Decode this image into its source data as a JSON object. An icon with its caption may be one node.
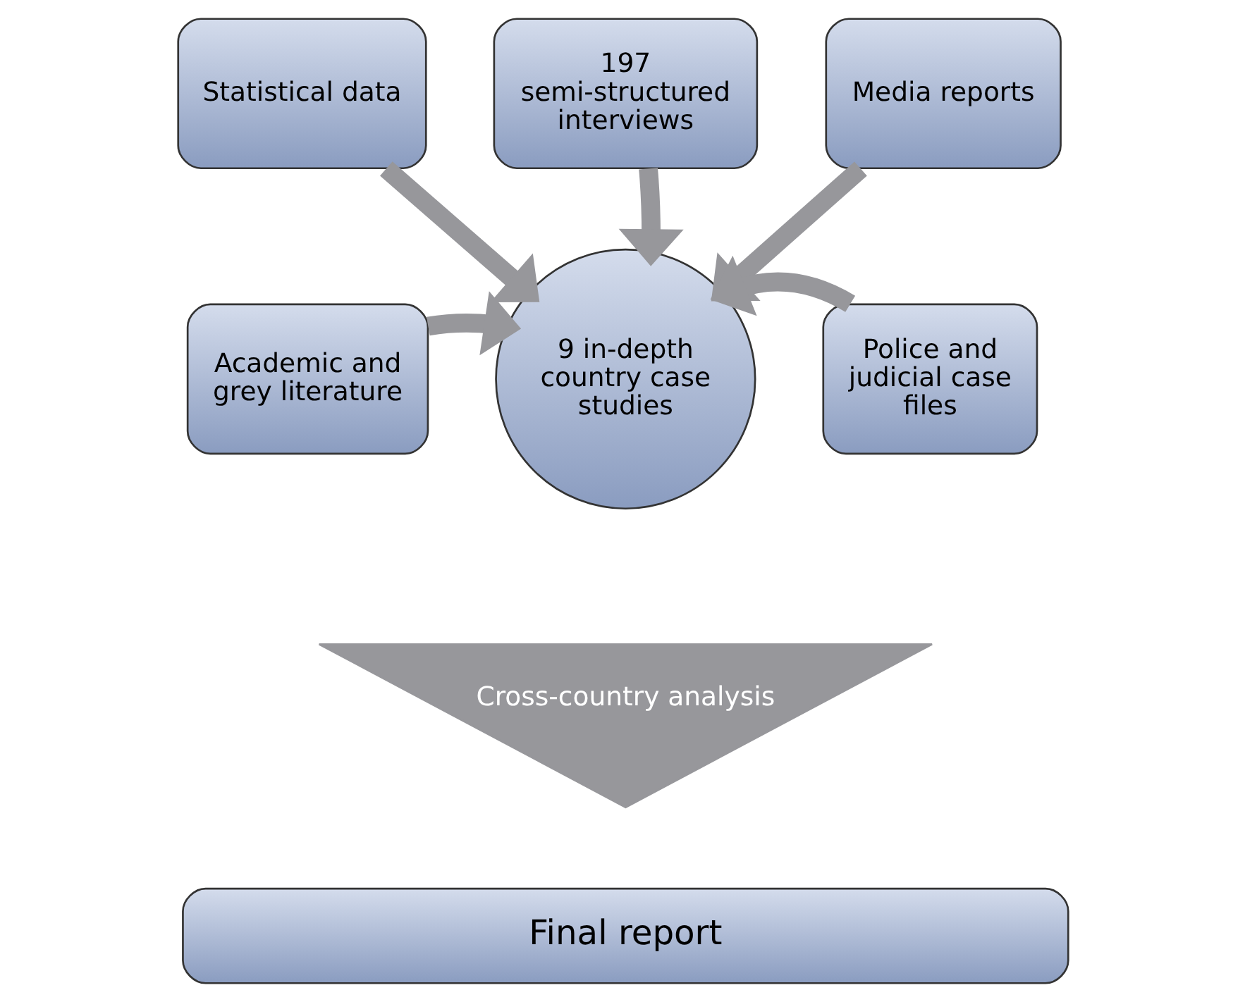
{
  "diagram": {
    "nodes": [
      {
        "text": [
          "197 semi-structured interviews"
        ]
      },
      {
        "text": [
          "Statistical data"
        ]
      },
      {
        "text": [
          "Media reports"
        ]
      },
      {
        "text": [
          "Academic and grey literature"
        ]
      },
      {
        "text": [
          "9 in-depth country case studies"
        ]
      },
      {
        "text": [
          "Police and judicial case files"
        ]
      },
      {
        "text": [
          "Cross-country analysis"
        ]
      },
      {
        "text": [
          "Final report"
        ]
      }
    ],
    "edges": [
      {
        "from": 1,
        "to": 4,
        "arrow": "to"
      },
      {
        "from": 0,
        "to": 4,
        "arrow": "to"
      },
      {
        "from": 2,
        "to": 4,
        "arrow": "to"
      },
      {
        "from": 3,
        "to": 4,
        "arrow": "to"
      },
      {
        "from": 5,
        "to": 4,
        "arrow": "to"
      }
    ]
  }
}
